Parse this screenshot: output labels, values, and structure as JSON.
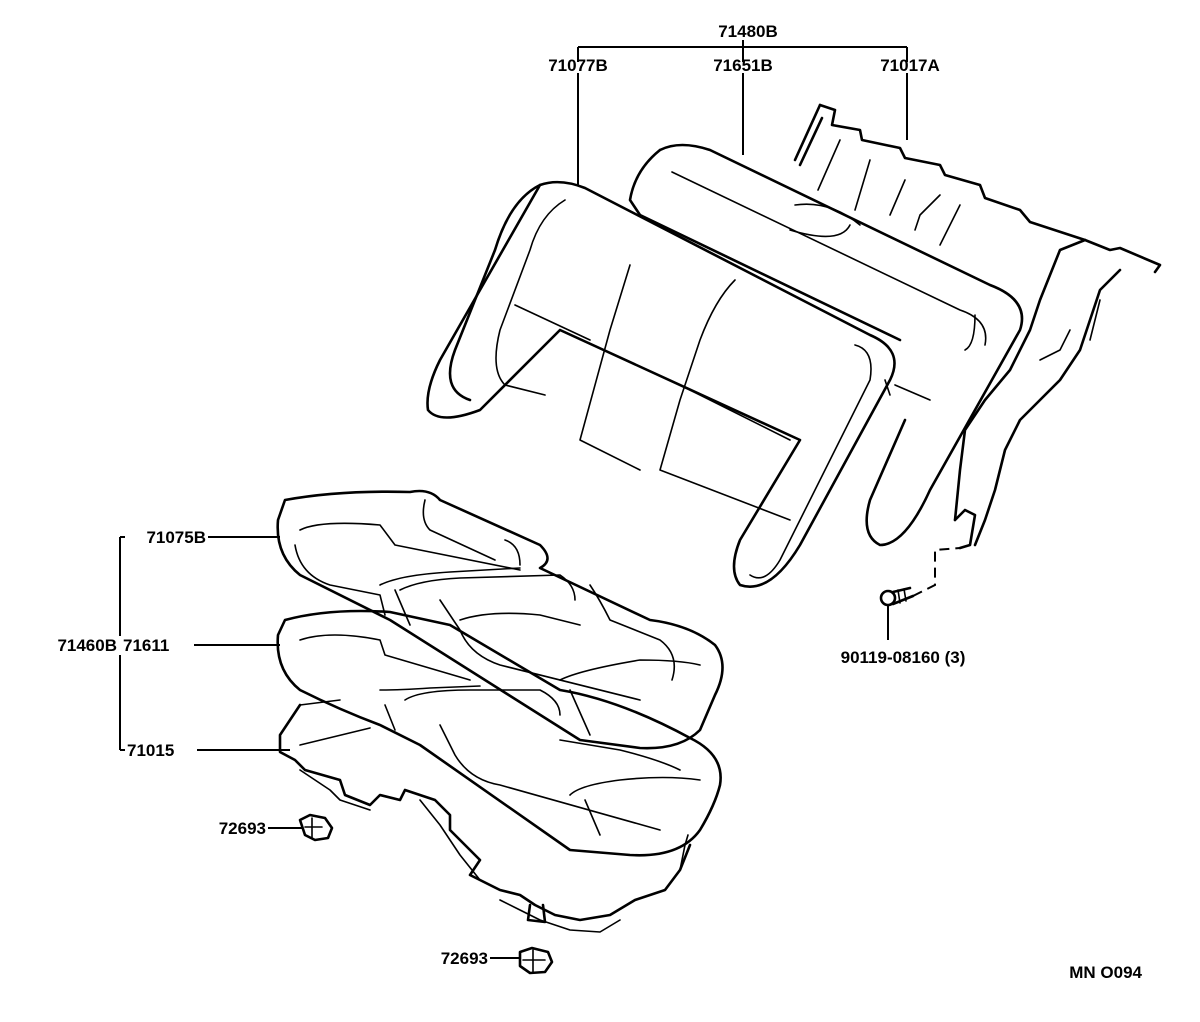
{
  "labels": {
    "assy_back": "71480B",
    "back_cover": "71077B",
    "back_pad": "71651B",
    "back_frame": "71017A",
    "assy_cushion": "71460B",
    "cushion_cover": "71075B",
    "cushion_pad": "71611",
    "cushion_frame": "71015",
    "clip_upper": "72693",
    "clip_lower": "72693",
    "bolt": "90119-08160 (3)",
    "drawing_code": "MN O094"
  }
}
